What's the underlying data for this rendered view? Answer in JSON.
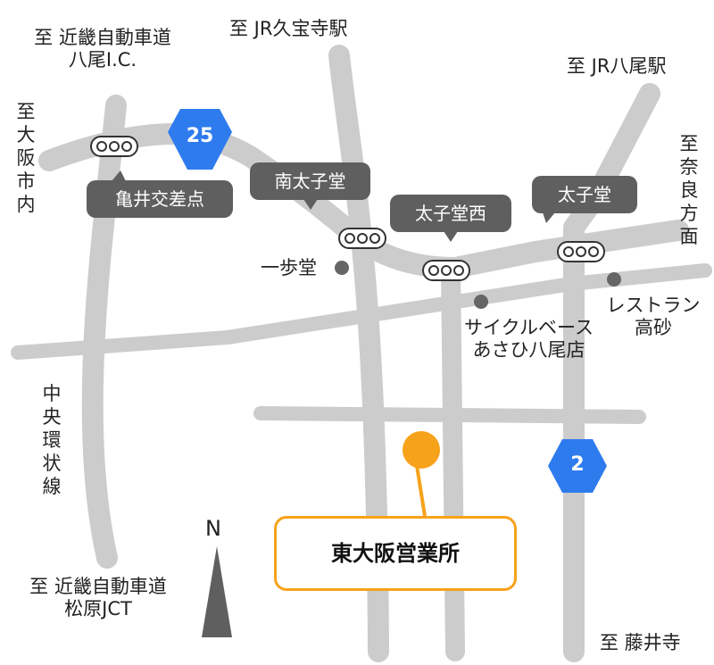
{
  "colors": {
    "road": "#cccccc",
    "bubble": "#5f5f5f",
    "accent": "#f7a21b",
    "shield": "#2e7bee",
    "text": "#222222"
  },
  "directions": {
    "kinki_yao_line1": "至 近畿自動車道",
    "kinki_yao_line2": "八尾I.C.",
    "jr_kyuhoji": "至 JR久宝寺駅",
    "jr_yao": "至 JR八尾駅",
    "osaka_shinai": "至大阪市内",
    "nara": "至奈良方面",
    "chuo_kanjo": "中央環状線",
    "kinki_matsubara_line1": "至 近畿自動車道",
    "kinki_matsubara_line2": "松原JCT",
    "fujiidera": "至 藤井寺"
  },
  "intersections": {
    "kamei": "亀井交差点",
    "minami_taishido": "南太子堂",
    "taishido_nishi": "太子堂西",
    "taishido": "太子堂"
  },
  "landmarks": {
    "ippodo": "一歩堂",
    "cycle_line1": "サイクルベース",
    "cycle_line2": "あさひ八尾店",
    "restaurant_line1": "レストラン",
    "restaurant_line2": "高砂"
  },
  "routes": {
    "r25": "25",
    "r2": "2"
  },
  "office": {
    "name": "東大阪営業所"
  },
  "compass": {
    "north": "N"
  },
  "icons": {
    "signal": "traffic-signal-icon",
    "landmark": "landmark-dot-icon",
    "north": "north-arrow-icon"
  }
}
